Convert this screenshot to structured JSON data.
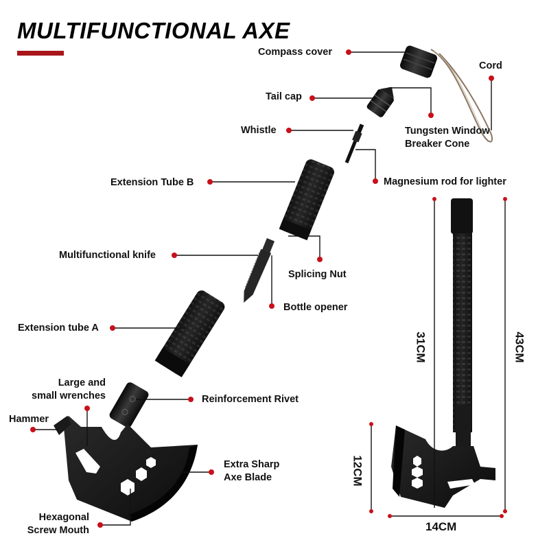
{
  "title": "MULTIFUNCTIONAL AXE",
  "colors": {
    "accent": "#a8161b",
    "dot": "#c8101a",
    "leader": "#111111",
    "metal": "#1a1a1a"
  },
  "parts": [
    {
      "id": "compass-cover",
      "label": "Compass cover"
    },
    {
      "id": "cord",
      "label": "Cord"
    },
    {
      "id": "tail-cap",
      "label": "Tail cap"
    },
    {
      "id": "tungsten",
      "label": "Tungsten Window Breaker Cone",
      "lines": [
        "Tungsten Window",
        "Breaker Cone"
      ]
    },
    {
      "id": "whistle",
      "label": "Whistle"
    },
    {
      "id": "extension-tube-b",
      "label": "Extension Tube B"
    },
    {
      "id": "magnesium-rod",
      "label": "Magnesium rod for lighter"
    },
    {
      "id": "multifunctional-knife",
      "label": "Multifunctional knife"
    },
    {
      "id": "splicing-nut",
      "label": "Splicing Nut"
    },
    {
      "id": "bottle-opener",
      "label": "Bottle opener"
    },
    {
      "id": "extension-tube-a",
      "label": "Extension tube A"
    },
    {
      "id": "wrenches",
      "label": "Large and small wrenches",
      "lines": [
        "Large and",
        "small wrenches"
      ]
    },
    {
      "id": "reinforcement-rivet",
      "label": "Reinforcement Rivet"
    },
    {
      "id": "hammer",
      "label": "Hammer"
    },
    {
      "id": "axe-blade",
      "label": "Extra Sharp Axe Blade",
      "lines": [
        "Extra Sharp",
        "Axe Blade"
      ]
    },
    {
      "id": "hex-screw",
      "label": "Hexagonal Screw Mouth",
      "lines": [
        "Hexagonal",
        "Screw Mouth"
      ]
    }
  ],
  "dimensions": {
    "handle_length": "31CM",
    "total_length": "43CM",
    "head_height": "12CM",
    "head_width": "14CM"
  }
}
